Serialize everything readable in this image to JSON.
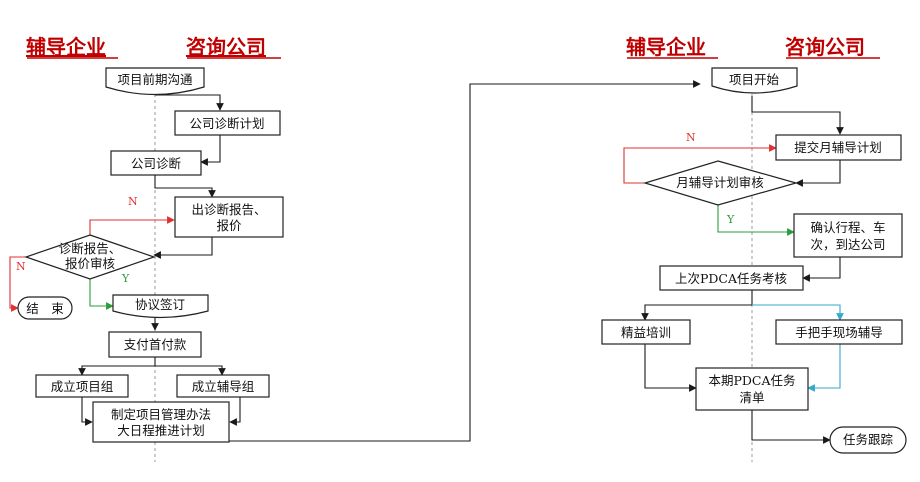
{
  "left": {
    "lane_client": "辅导企业",
    "lane_consultant": "咨询公司",
    "steps": {
      "prelim_comm": "项目前期沟通",
      "diag_plan": "公司诊断计划",
      "diagnosis": "公司诊断",
      "report_line1": "出诊断报告、",
      "report_line2": "报价",
      "review_line1": "诊断报告、",
      "review_line2": "报价审核",
      "end": "结　束",
      "agreement": "协议签订",
      "first_payment": "支付首付款",
      "project_team": "成立项目组",
      "coach_team": "成立辅导组",
      "method_line1": "制定项目管理办法",
      "method_line2": "大日程推进计划"
    },
    "branch_no": "N",
    "branch_no2": "N",
    "branch_yes": "Y"
  },
  "right": {
    "lane_client": "辅导企业",
    "lane_consultant": "咨询公司",
    "steps": {
      "start": "项目开始",
      "submit_plan": "提交月辅导计划",
      "plan_review": "月辅导计划审核",
      "confirm_line1": "确认行程、车",
      "confirm_line2": "次，到达公司",
      "pdca_review": "上次PDCA任务考核",
      "lean_training": "精益培训",
      "onsite_coaching": "手把手现场辅导",
      "task_list_line1": "本期PDCA任务",
      "task_list_line2": "清单",
      "tracking": "任务跟踪"
    },
    "branch_no": "N",
    "branch_yes": "Y"
  },
  "colors": {
    "heading": "#c00000",
    "no_branch": "#e03030",
    "yes_branch": "#2a9d3a",
    "parallel_branch": "#33aacc"
  }
}
